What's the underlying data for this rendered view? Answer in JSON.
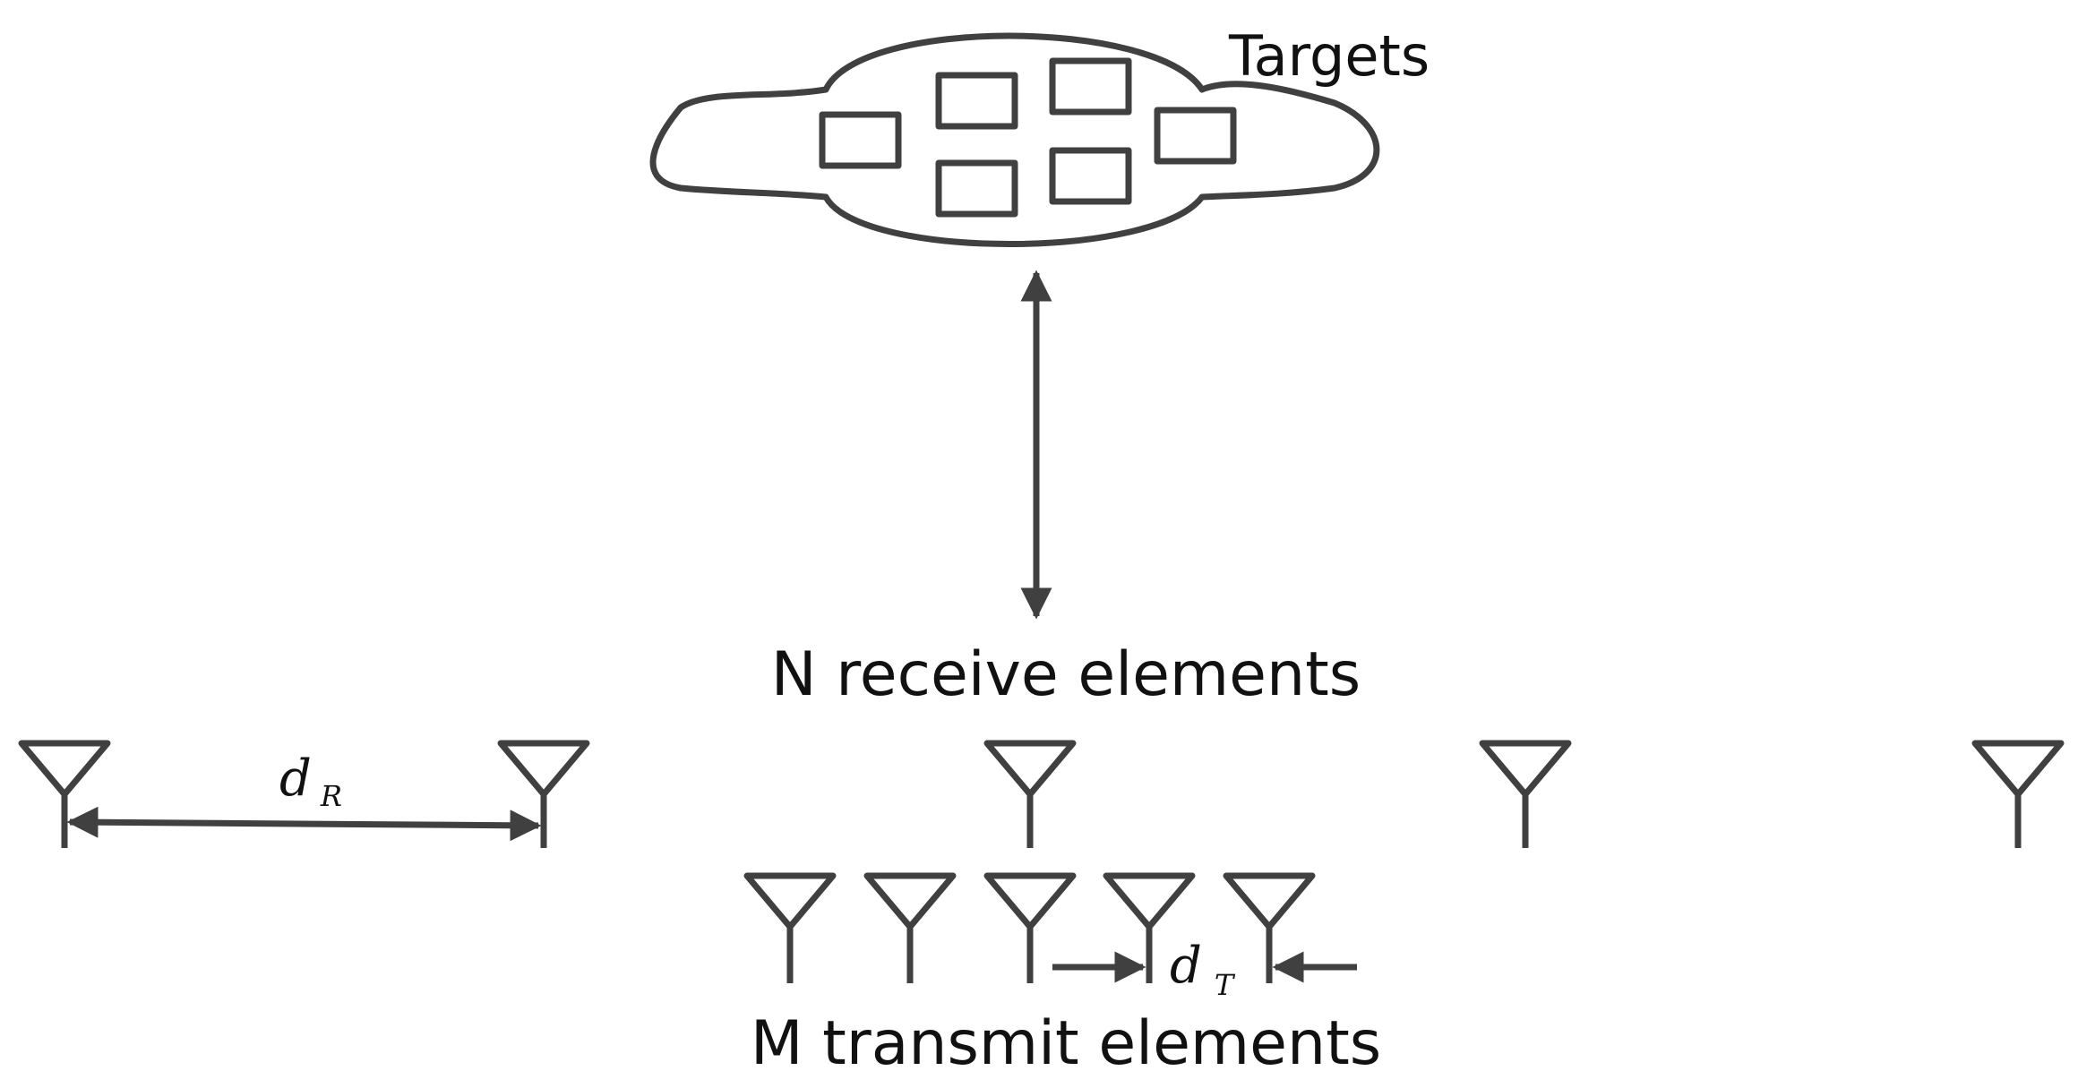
{
  "labels": {
    "targets": "Targets",
    "receive": "N receive elements",
    "transmit": "M transmit elements",
    "d_main": "d",
    "d_r_sub": "R",
    "d_t_sub": "T"
  },
  "colors": {
    "stroke": "#404040",
    "text": "#111111",
    "background": "#ffffff"
  },
  "icons": {
    "antenna": "antenna-icon",
    "arrow": "arrow-head"
  },
  "counts": {
    "targets": 6,
    "receive_antennas": 5,
    "transmit_antennas": 5
  }
}
